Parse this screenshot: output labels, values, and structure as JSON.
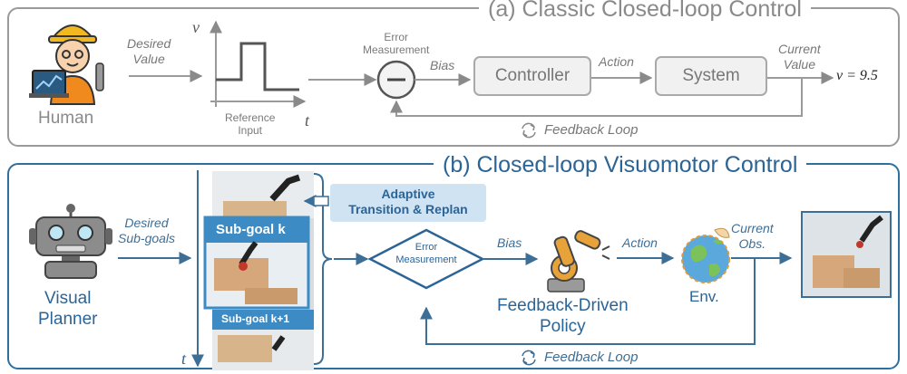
{
  "panel_a": {
    "title": "(a) Classic Closed-loop Control",
    "human_label": "Human",
    "desired_value": "Desired\nValue",
    "v_axis": "v",
    "t_axis": "t",
    "reference_input": "Reference\nInput",
    "error_measurement": "Error\nMeasurement",
    "bias": "Bias",
    "controller": "Controller",
    "action": "Action",
    "system": "System",
    "current_value": "Current\nValue",
    "output": "v = 9.5",
    "feedback": "Feedback Loop"
  },
  "panel_b": {
    "title": "(b) Closed-loop Visuomotor Control",
    "planner_label": "Visual\nPlanner",
    "desired_subgoals": "Desired\nSub-goals",
    "t_axis": "t",
    "subgoal_k": "Sub-goal k",
    "subgoal_k1": "Sub-goal k+1",
    "adaptive": "Adaptive\nTransition & Replan",
    "error_measurement": "Error\nMeasurement",
    "bias": "Bias",
    "policy": "Feedback-Driven\nPolicy",
    "action": "Action",
    "env": "Env.",
    "current_obs": "Current\nObs.",
    "feedback": "Feedback Loop"
  },
  "colors": {
    "gray": "#8a8a8a",
    "blue": "#2b6496",
    "accent_blue": "#cfe3f2"
  }
}
